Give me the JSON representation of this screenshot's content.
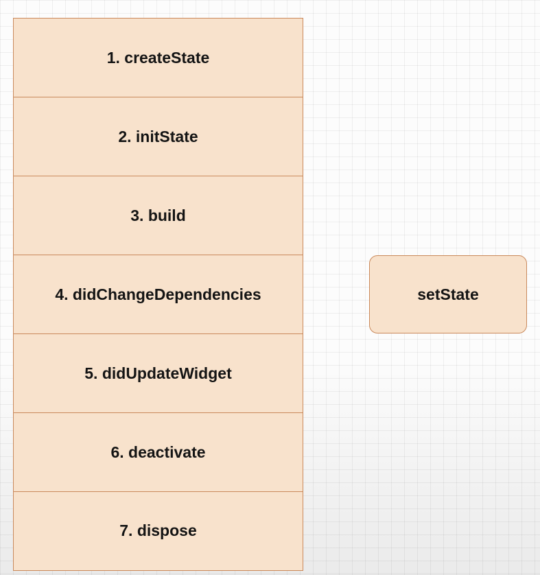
{
  "lifecycle": {
    "steps": [
      "1. createState",
      "2. initState",
      "3. build",
      "4. didChangeDependencies",
      "5. didUpdateWidget",
      "6. deactivate",
      "7. dispose"
    ]
  },
  "side_box": {
    "label": "setState"
  },
  "colors": {
    "box_fill": "#f8e2cc",
    "box_border": "#c9885a",
    "text": "#141414"
  }
}
